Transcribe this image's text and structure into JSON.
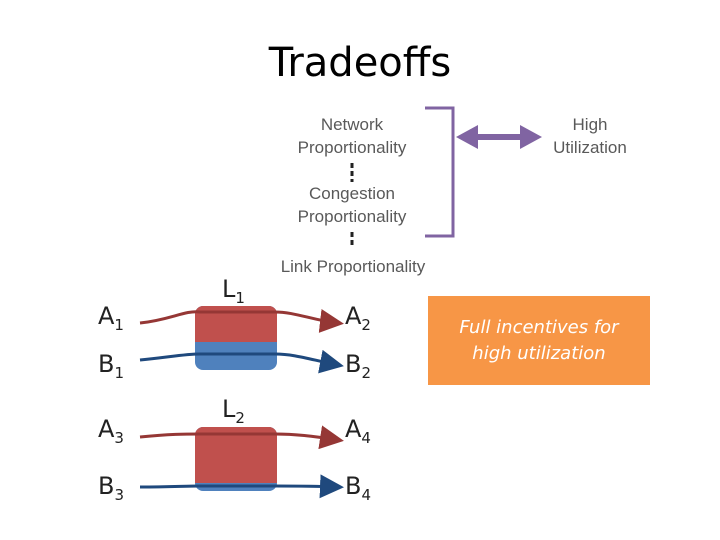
{
  "title": "Tradeoffs",
  "hierarchy": {
    "network": "Network Proportionality",
    "congestion": "Congestion Proportionality",
    "link": "Link Proportionality"
  },
  "high_utilization": "High Utilization",
  "callout": "Full incentives for high utilization",
  "nodes": {
    "a1": {
      "base": "A",
      "sub": "1"
    },
    "b1": {
      "base": "B",
      "sub": "1"
    },
    "a2": {
      "base": "A",
      "sub": "2"
    },
    "b2": {
      "base": "B",
      "sub": "2"
    },
    "a3": {
      "base": "A",
      "sub": "3"
    },
    "b3": {
      "base": "B",
      "sub": "3"
    },
    "a4": {
      "base": "A",
      "sub": "4"
    },
    "b4": {
      "base": "B",
      "sub": "4"
    },
    "l1": {
      "base": "L",
      "sub": "1"
    },
    "l2": {
      "base": "L",
      "sub": "2"
    }
  },
  "links": [
    {
      "label": "L1",
      "red_fraction": 0.5,
      "blue_fraction": 0.5
    },
    {
      "label": "L2",
      "red_fraction": 0.87,
      "blue_fraction": 0.13
    }
  ],
  "colors": {
    "red_flow": "#c0504d",
    "blue_flow": "#4f81bd",
    "red_arrow": "#953735",
    "blue_arrow": "#1f497d",
    "bracket": "#8064a2",
    "callout_bg": "#f79646"
  }
}
